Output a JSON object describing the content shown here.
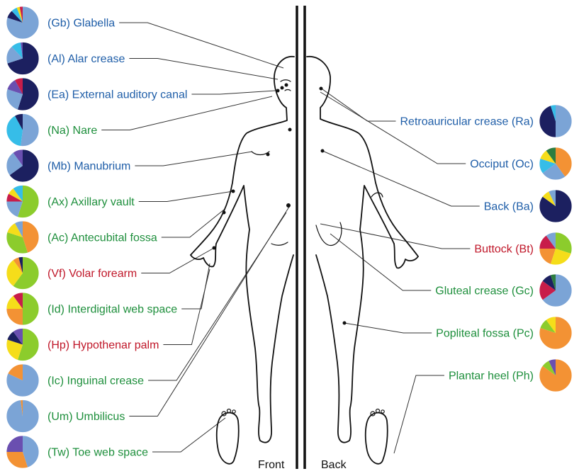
{
  "views": {
    "front": "Front",
    "back": "Back"
  },
  "colors": {
    "sebaceous": "#1f5ea8",
    "moist": "#1e8f3c",
    "dry": "#c0182a",
    "pie_palette": [
      "#7ba4d6",
      "#1c2060",
      "#36bde8",
      "#8ccc2c",
      "#f5dd1a",
      "#f39234",
      "#c81d4a",
      "#6a4fb0",
      "#2d7d40",
      "#3d58a8"
    ]
  },
  "sites_left": [
    {
      "label": "(Gb) Glabella",
      "category": "sebaceous",
      "slices": [
        [
          0,
          80
        ],
        [
          1,
          8
        ],
        [
          2,
          6
        ],
        [
          4,
          3
        ],
        [
          6,
          3
        ]
      ]
    },
    {
      "label": "(Al) Alar crease",
      "category": "sebaceous",
      "slices": [
        [
          1,
          70
        ],
        [
          0,
          18
        ],
        [
          2,
          10
        ],
        [
          7,
          2
        ]
      ]
    },
    {
      "label": "(Ea) External auditory canal",
      "category": "sebaceous",
      "slices": [
        [
          1,
          55
        ],
        [
          0,
          25
        ],
        [
          7,
          12
        ],
        [
          6,
          8
        ]
      ]
    },
    {
      "label": "(Na) Nare",
      "category": "moist",
      "slices": [
        [
          0,
          52
        ],
        [
          2,
          40
        ],
        [
          1,
          8
        ]
      ]
    },
    {
      "label": "(Mb) Manubrium",
      "category": "sebaceous",
      "slices": [
        [
          1,
          65
        ],
        [
          0,
          25
        ],
        [
          7,
          10
        ]
      ]
    },
    {
      "label": "(Ax) Axillary vault",
      "category": "moist",
      "slices": [
        [
          3,
          55
        ],
        [
          0,
          20
        ],
        [
          6,
          8
        ],
        [
          4,
          7
        ],
        [
          2,
          10
        ]
      ]
    },
    {
      "label": "(Ac) Antecubital fossa",
      "category": "moist",
      "slices": [
        [
          5,
          45
        ],
        [
          3,
          35
        ],
        [
          4,
          12
        ],
        [
          0,
          8
        ]
      ]
    },
    {
      "label": "(Vf) Volar forearm",
      "category": "dry",
      "slices": [
        [
          3,
          60
        ],
        [
          4,
          30
        ],
        [
          5,
          6
        ],
        [
          1,
          4
        ]
      ]
    },
    {
      "label": "(Id) Interdigital web space",
      "category": "moist",
      "slices": [
        [
          3,
          50
        ],
        [
          5,
          25
        ],
        [
          4,
          15
        ],
        [
          6,
          10
        ]
      ]
    },
    {
      "label": "(Hp) Hypothenar palm",
      "category": "dry",
      "slices": [
        [
          3,
          55
        ],
        [
          4,
          25
        ],
        [
          1,
          10
        ],
        [
          7,
          10
        ]
      ]
    },
    {
      "label": "(Ic) Inguinal crease",
      "category": "moist",
      "slices": [
        [
          0,
          82
        ],
        [
          5,
          18
        ]
      ]
    },
    {
      "label": "(Um) Umbilicus",
      "category": "moist",
      "slices": [
        [
          0,
          98
        ],
        [
          5,
          2
        ]
      ]
    },
    {
      "label": "(Tw) Toe web space",
      "category": "moist",
      "slices": [
        [
          0,
          45
        ],
        [
          5,
          30
        ],
        [
          7,
          25
        ]
      ]
    }
  ],
  "sites_right": [
    {
      "label": "Retroauricular crease (Ra)",
      "category": "sebaceous",
      "slices": [
        [
          0,
          50
        ],
        [
          1,
          45
        ],
        [
          2,
          5
        ]
      ]
    },
    {
      "label": "Occiput (Oc)",
      "category": "sebaceous",
      "slices": [
        [
          5,
          40
        ],
        [
          0,
          25
        ],
        [
          2,
          15
        ],
        [
          4,
          10
        ],
        [
          8,
          10
        ]
      ]
    },
    {
      "label": "Back (Ba)",
      "category": "sebaceous",
      "slices": [
        [
          1,
          85
        ],
        [
          4,
          8
        ],
        [
          0,
          7
        ]
      ]
    },
    {
      "label": "Buttock (Bt)",
      "category": "dry",
      "slices": [
        [
          3,
          30
        ],
        [
          4,
          25
        ],
        [
          5,
          20
        ],
        [
          6,
          15
        ],
        [
          0,
          10
        ]
      ]
    },
    {
      "label": "Gluteal crease (Gc)",
      "category": "moist",
      "slices": [
        [
          0,
          65
        ],
        [
          6,
          20
        ],
        [
          1,
          10
        ],
        [
          8,
          5
        ]
      ]
    },
    {
      "label": "Popliteal fossa (Pc)",
      "category": "moist",
      "slices": [
        [
          5,
          80
        ],
        [
          3,
          10
        ],
        [
          4,
          10
        ]
      ]
    },
    {
      "label": "Plantar heel (Ph)",
      "category": "moist",
      "slices": [
        [
          5,
          85
        ],
        [
          3,
          8
        ],
        [
          7,
          7
        ]
      ]
    }
  ]
}
